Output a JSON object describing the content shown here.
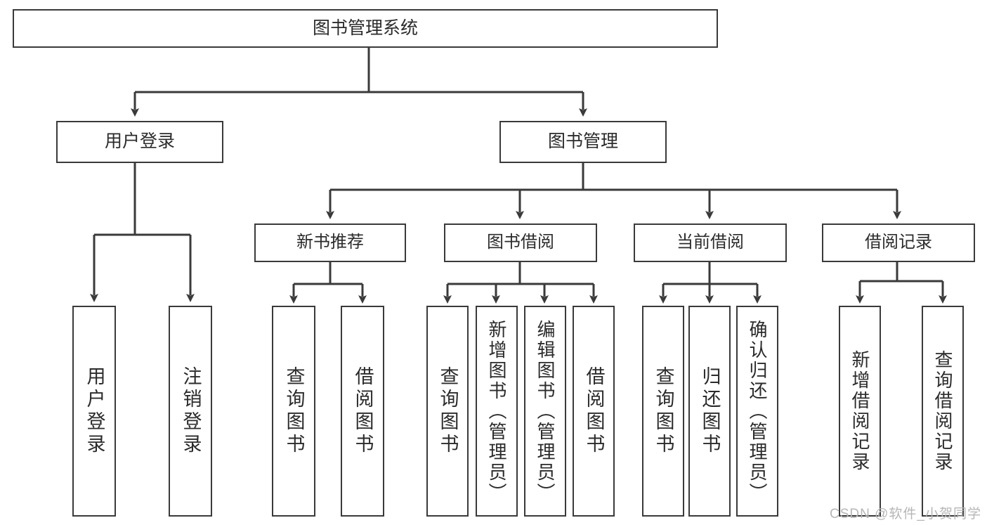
{
  "diagram": {
    "type": "tree",
    "title": "图书管理系统",
    "watermark": "CSDN @软件_小贺同学",
    "colors": {
      "box_border": "#3a3a3a",
      "box_fill": "#ffffff",
      "connector": "#3a3a3a",
      "text": "#2b2b2b",
      "watermark": "#b6b6b6"
    },
    "root": {
      "label": "图书管理系统"
    },
    "level1": [
      {
        "label": "用户登录"
      },
      {
        "label": "图书管理"
      }
    ],
    "level2": [
      {
        "label": "新书推荐"
      },
      {
        "label": "图书借阅"
      },
      {
        "label": "当前借阅"
      },
      {
        "label": "借阅记录"
      }
    ],
    "leaves": {
      "user_login": [
        {
          "label": "用户登录"
        },
        {
          "label": "注销登录"
        }
      ],
      "new_book_recommend": [
        {
          "label": "查询图书"
        },
        {
          "label": "借阅图书"
        }
      ],
      "book_borrow": [
        {
          "label": "查询图书"
        },
        {
          "label": "新增图书（管理员）"
        },
        {
          "label": "编辑图书（管理员）"
        },
        {
          "label": "借阅图书"
        }
      ],
      "current_borrow": [
        {
          "label": "查询图书"
        },
        {
          "label": "归还图书"
        },
        {
          "label": "确认归还（管理员）"
        }
      ],
      "borrow_record": [
        {
          "label": "新增借阅记录"
        },
        {
          "label": "查询借阅记录"
        }
      ]
    }
  }
}
